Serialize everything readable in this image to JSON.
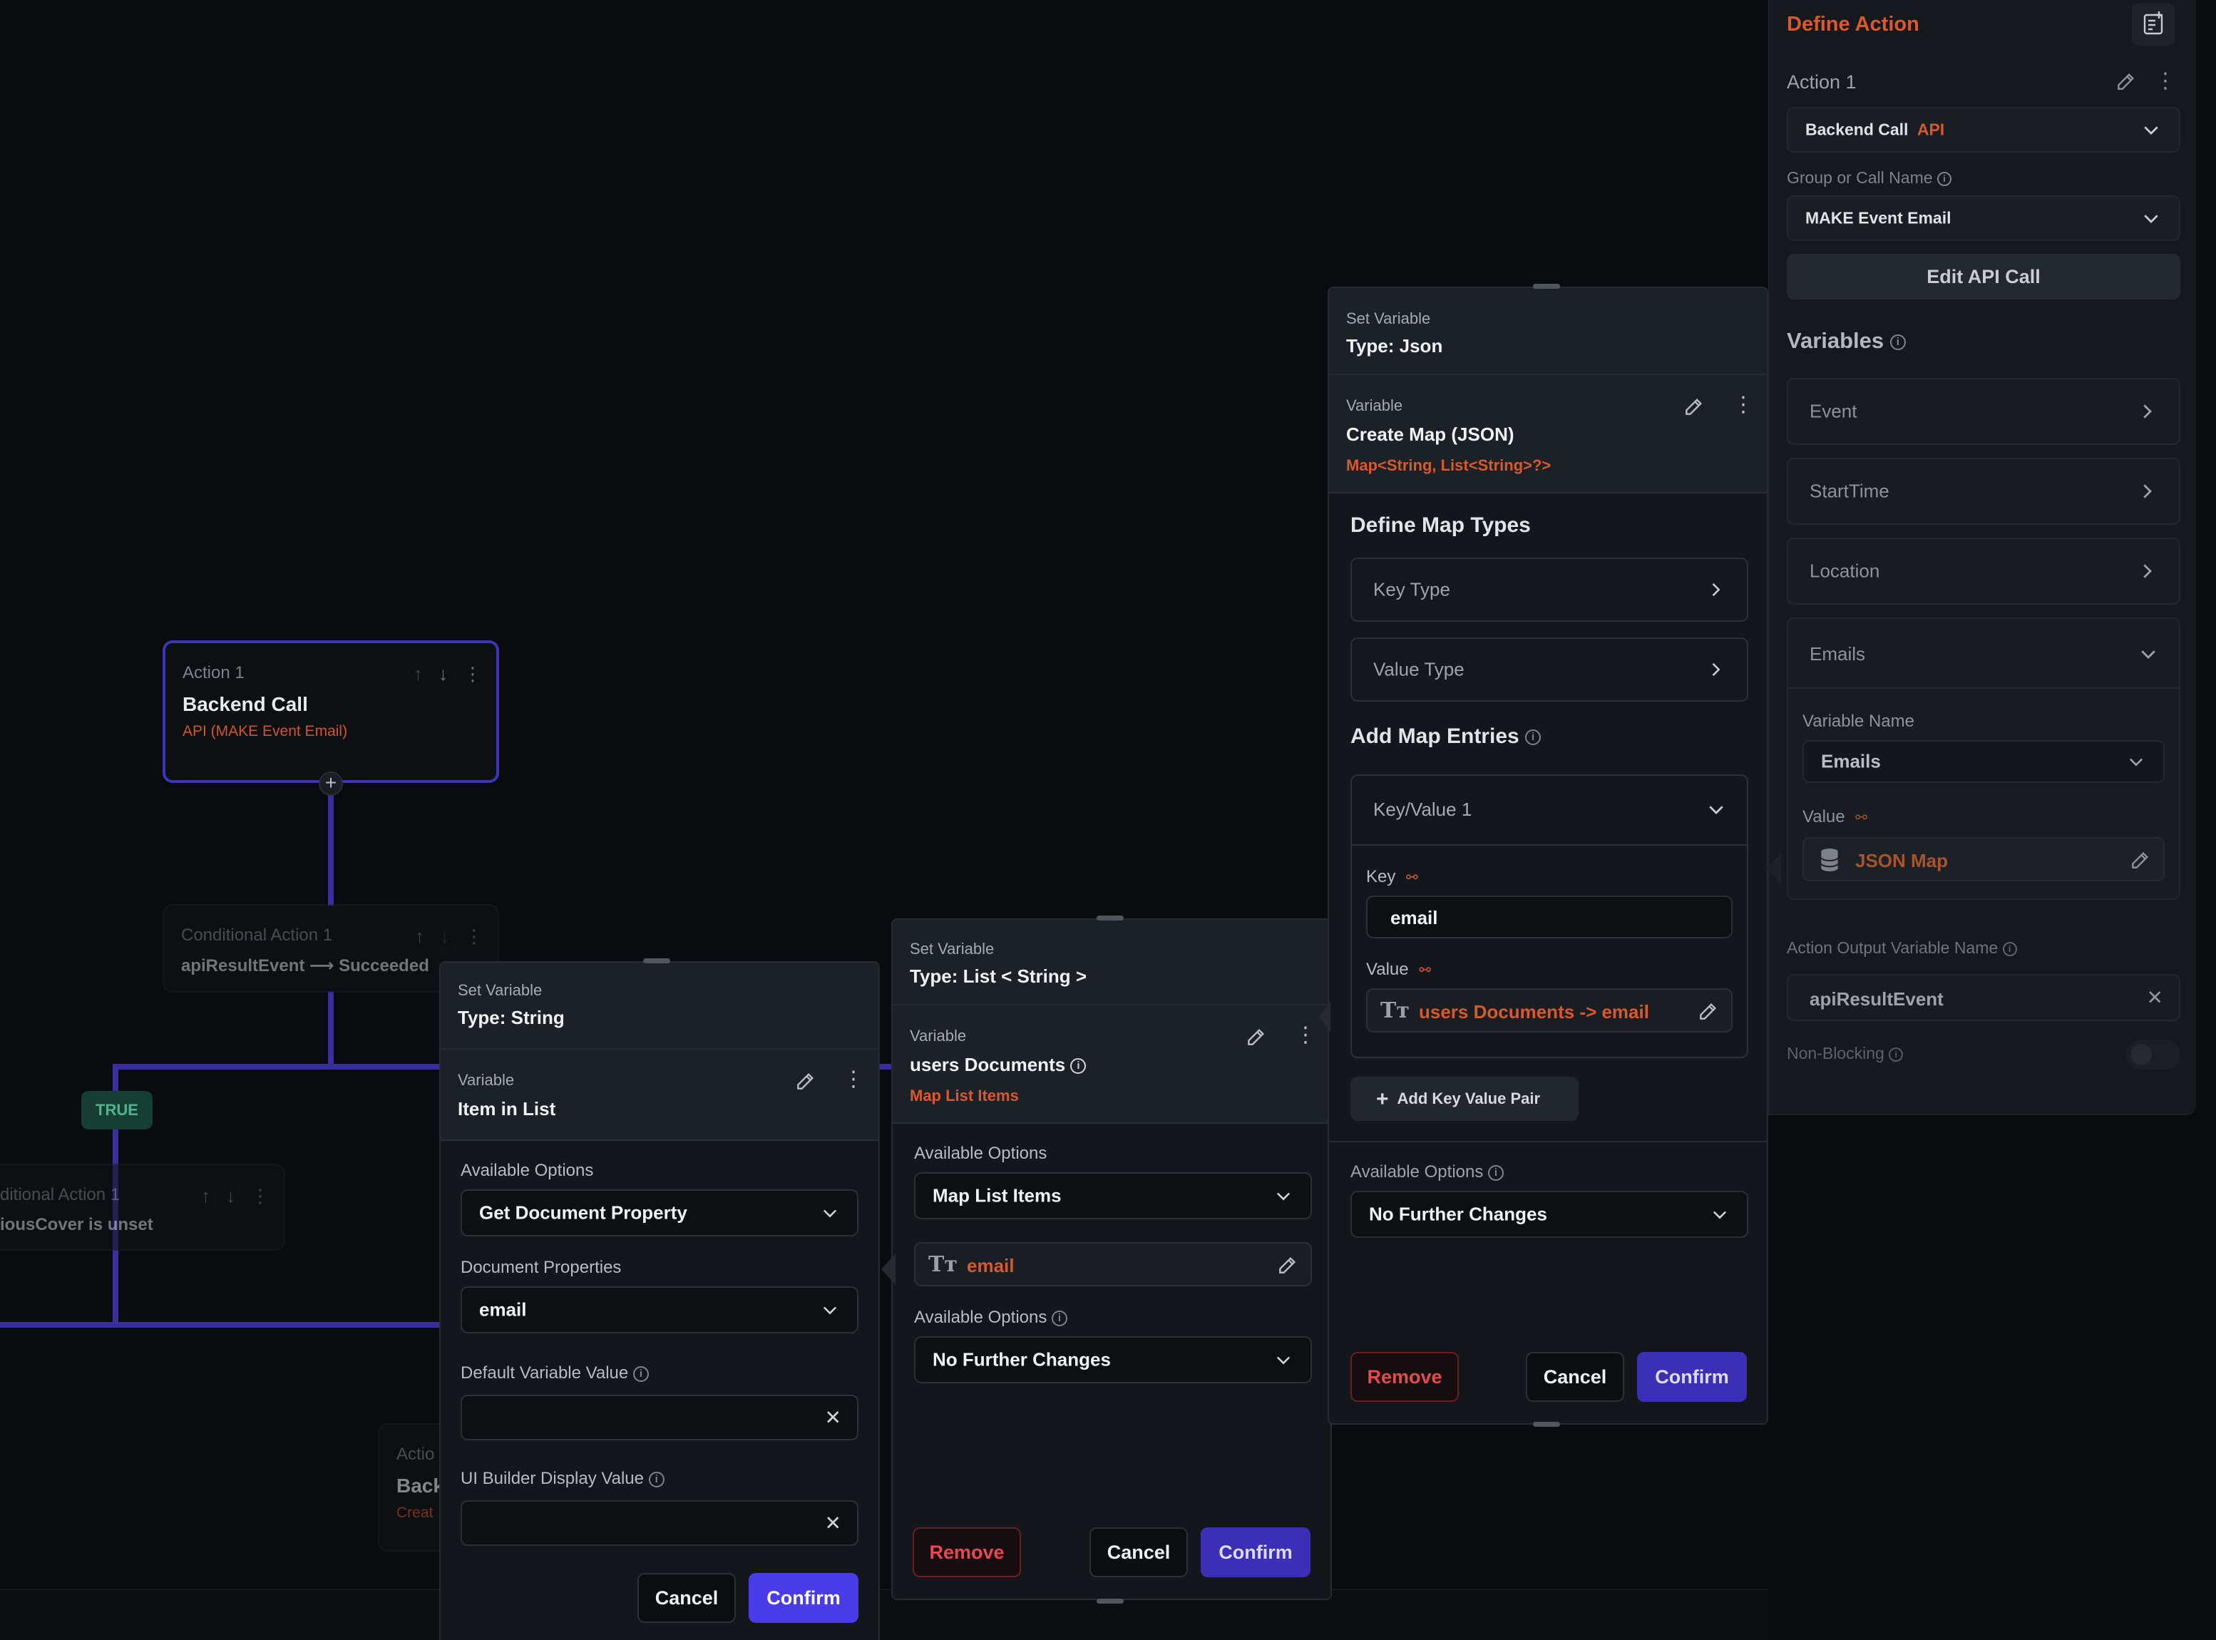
{
  "canvas": {
    "node_action1": {
      "sub": "Action 1",
      "title": "Backend Call",
      "desc": "API (MAKE Event Email)"
    },
    "node_cond1": {
      "sub": "Conditional Action 1",
      "text": "apiResultEvent ⟶ Succeeded"
    },
    "true_badge": "TRUE",
    "node_cond2": {
      "sub": "ditional Action 1",
      "text": "iousCover is unset"
    },
    "node_partial": {
      "sub": "Actio",
      "title": "Back",
      "desc": "Creat"
    }
  },
  "panel_string": {
    "head_label": "Set Variable",
    "head_type": "Type: String",
    "var_label": "Variable",
    "var_name": "Item in List",
    "available_options_label": "Available Options",
    "available_options_value": "Get Document Property",
    "doc_props_label": "Document Properties",
    "doc_props_value": "email",
    "default_value_label": "Default Variable Value",
    "ui_builder_label": "UI Builder Display Value",
    "cancel": "Cancel",
    "confirm": "Confirm"
  },
  "panel_list": {
    "head_label": "Set Variable",
    "head_type": "Type: List < String >",
    "var_label": "Variable",
    "var_name": "users Documents",
    "var_sub": "Map List Items",
    "available_options_label": "Available Options",
    "available_options_value": "Map List Items",
    "mapped_item": "email",
    "available_options2_label": "Available Options",
    "available_options2_value": "No Further Changes",
    "remove": "Remove",
    "cancel": "Cancel",
    "confirm": "Confirm"
  },
  "panel_json": {
    "head_label": "Set Variable",
    "head_type": "Type: Json",
    "var_label": "Variable",
    "var_name": "Create Map (JSON)",
    "var_sub": "Map<String, List<String>?>",
    "define_map_types": "Define Map Types",
    "key_type": "Key Type",
    "value_type": "Value Type",
    "add_map_entries": "Add Map Entries",
    "kv1": "Key/Value 1",
    "key_label": "Key",
    "key_value": "email",
    "value_label": "Value",
    "value_value": "users Documents -> email",
    "add_kv": "Add Key Value Pair",
    "available_options_label": "Available Options",
    "available_options_value": "No Further Changes",
    "remove": "Remove",
    "cancel": "Cancel",
    "confirm": "Confirm"
  },
  "sidebar": {
    "title": "Define Action",
    "action_name": "Action 1",
    "action_type": "Backend Call",
    "action_type_tag": "API",
    "group_label": "Group or Call Name",
    "group_value": "MAKE Event Email",
    "edit_api": "Edit API Call",
    "variables_title": "Variables",
    "variables": [
      {
        "name": "Event"
      },
      {
        "name": "StartTime"
      },
      {
        "name": "Location"
      }
    ],
    "emails": {
      "name": "Emails",
      "var_name_label": "Variable Name",
      "var_name_value": "Emails",
      "value_label": "Value",
      "value_value": "JSON Map"
    },
    "output_label": "Action Output Variable Name",
    "output_value": "apiResultEvent",
    "non_blocking_label": "Non-Blocking"
  },
  "colors": {
    "accent": "#4a3be8",
    "orange": "#d8592c",
    "danger": "#e6494f",
    "connector": "#3a2f9e"
  }
}
